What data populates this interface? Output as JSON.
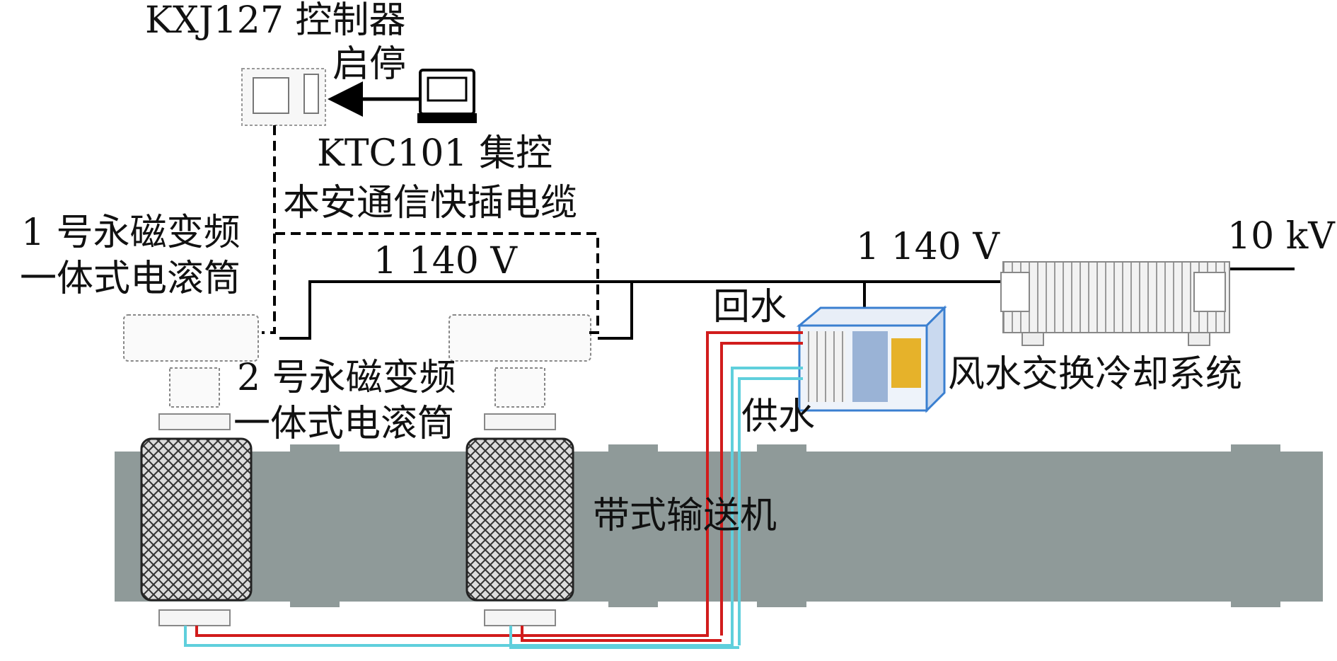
{
  "labels": {
    "controller": "KXJ127 控制器",
    "start_stop": "启停",
    "ktc_line1": "KTC101 集控",
    "ktc_line2": "本安通信快插电缆",
    "drum1_line1": "1 号永磁变频",
    "drum1_line2": "一体式电滚筒",
    "drum2_line1": "2 号永磁变频",
    "drum2_line2": "一体式电滚筒",
    "voltage_left": "1 140 V",
    "voltage_right": "1 140 V",
    "voltage_source": "10 kV",
    "return_water": "回水",
    "supply_water": "供水",
    "cooling_system": "风水交换冷却系统",
    "conveyor": "带式输送机"
  },
  "colors": {
    "conveyor_body": "#8f9a99",
    "return_pipe": "#d11c1c",
    "supply_pipe": "#5fcfdc",
    "line": "#000000",
    "cooler_blue": "#3a7fd0",
    "cooler_yellow": "#e6b22a"
  }
}
